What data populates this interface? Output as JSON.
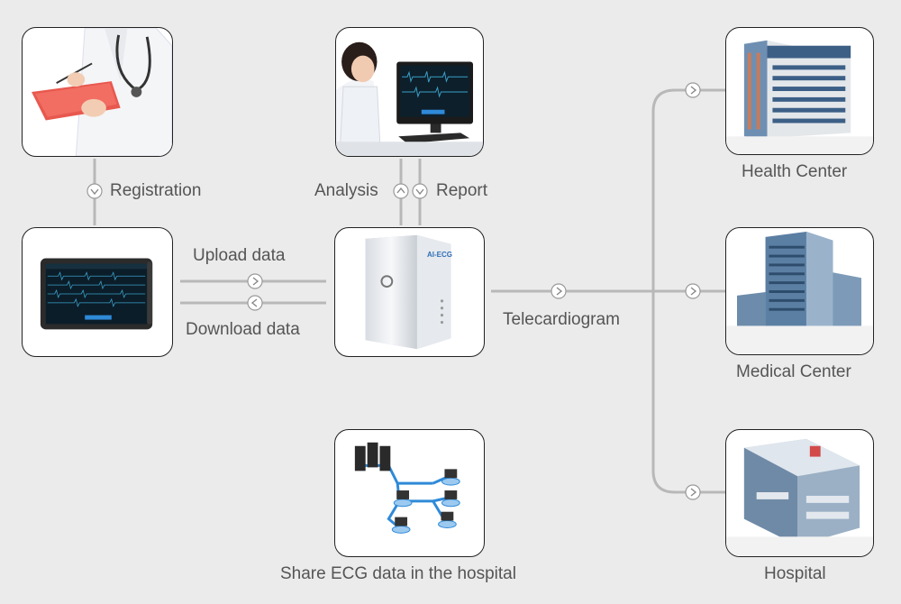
{
  "labels": {
    "registration": "Registration",
    "analysis": "Analysis",
    "report": "Report",
    "upload": "Upload data",
    "download": "Download data",
    "telecardiogram": "Telecardiogram",
    "share": "Share ECG data in the hospital",
    "health_center": "Health Center",
    "medical_center": "Medical Center",
    "hospital": "Hospital"
  },
  "server_brand": "AI-ECG",
  "icons": {
    "doctor": "doctor-clipboard-icon",
    "analyst": "analyst-workstation-icon",
    "tablet": "ecg-tablet-icon",
    "server": "ai-ecg-server-icon",
    "network": "hospital-network-icon",
    "health_center": "health-center-building-icon",
    "medical_center": "medical-center-building-icon",
    "hospital": "hospital-building-icon"
  },
  "colors": {
    "line": "#b8b8b8",
    "text": "#555555",
    "accent": "#2f8ad8"
  }
}
